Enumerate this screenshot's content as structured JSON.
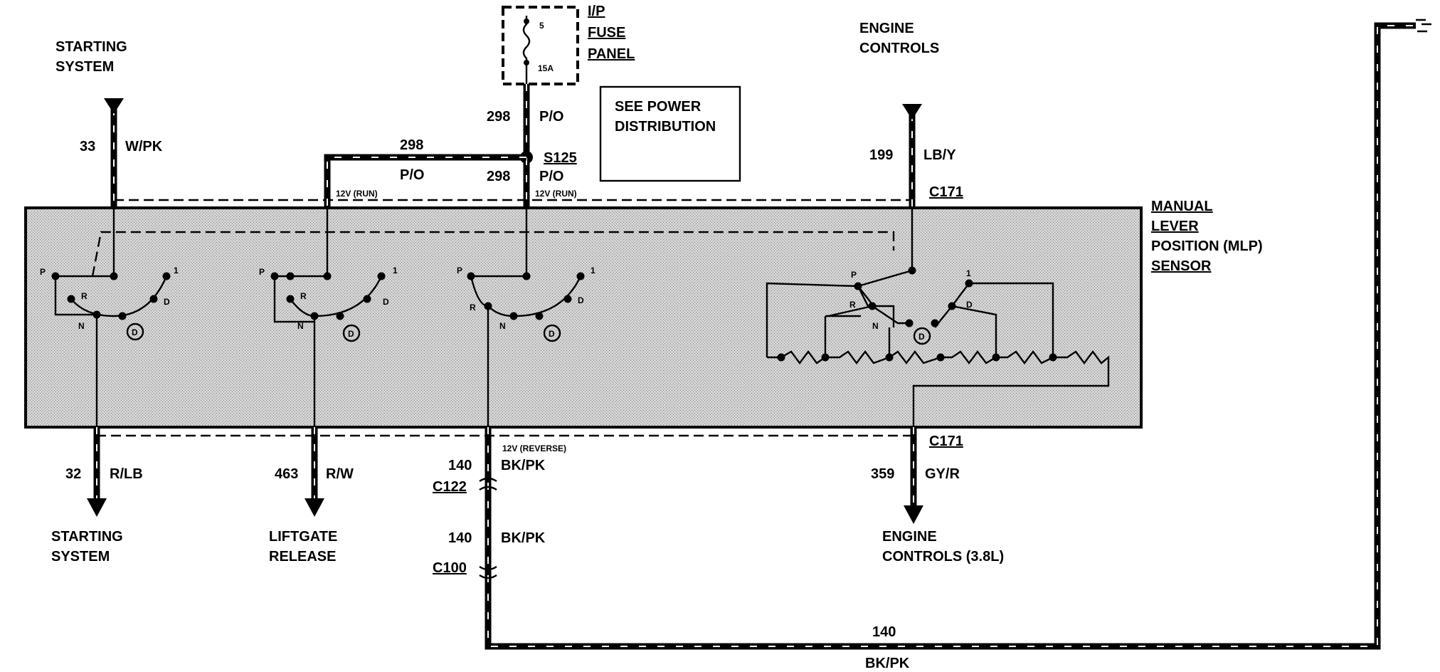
{
  "labels": {
    "starting_system_top": [
      "STARTING",
      "SYSTEM"
    ],
    "fuse_panel": [
      "I/P",
      "FUSE",
      "PANEL"
    ],
    "fuse_5": "5",
    "fuse_15a": "15A",
    "engine_controls_top": [
      "ENGINE",
      "CONTROLS"
    ],
    "see_power": [
      "SEE POWER",
      "DISTRIBUTION"
    ],
    "mlp_sensor": [
      "MANUAL",
      "LEVER",
      "POSITION (MLP)",
      "SENSOR"
    ],
    "starting_system_bottom": [
      "STARTING",
      "SYSTEM"
    ],
    "liftgate_release": [
      "LIFTGATE",
      "RELEASE"
    ],
    "engine_controls_bottom": [
      "ENGINE",
      "CONTROLS (3.8L)"
    ]
  },
  "circuits": {
    "c33": {
      "num": "33",
      "color": "W/PK"
    },
    "c298_fuse": {
      "num": "298",
      "color": "P/O"
    },
    "c298_left": {
      "num": "298",
      "color": "P/O"
    },
    "c298_splice": {
      "num": "298",
      "color": "P/O"
    },
    "c199": {
      "num": "199",
      "color": "LB/Y"
    },
    "c32": {
      "num": "32",
      "color": "R/LB"
    },
    "c463": {
      "num": "463",
      "color": "R/W"
    },
    "c140_a": {
      "num": "140",
      "color": "BK/PK"
    },
    "c140_b": {
      "num": "140",
      "color": "BK/PK"
    },
    "c140_c": {
      "num": "140",
      "color": "BK/PK"
    },
    "c359": {
      "num": "359",
      "color": "GY/R"
    }
  },
  "connectors": {
    "s125": "S125",
    "c171_top": "C171",
    "c171_bottom": "C171",
    "c122": "C122",
    "c100": "C100"
  },
  "notes": {
    "run_left": "12V (RUN)",
    "run_right": "12V (RUN)",
    "reverse": "12V (REVERSE)"
  },
  "switch_positions": {
    "p": "P",
    "r": "R",
    "n": "N",
    "d": "D",
    "one": "1",
    "d_circle": "D"
  },
  "colors": {
    "ink": "#000000",
    "sensor_fill": "#c9c9c9",
    "paper": "#ffffff"
  }
}
